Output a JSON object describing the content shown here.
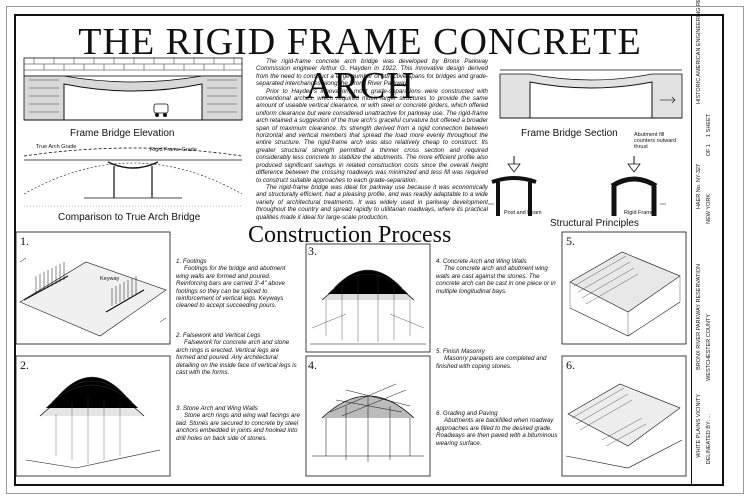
{
  "title": "THE RIGID FRAME CONCRETE ARCH",
  "captions": {
    "elevation": "Frame Bridge Elevation",
    "comparison": "Comparison to True Arch Bridge",
    "section": "Frame Bridge Section",
    "principles": "Structural Principles",
    "process": "Construction Process"
  },
  "diagram_labels": {
    "true_arch_grade": "True Arch Grade",
    "rigid_frame_grade": "Rigid Frame Grade",
    "abutment_fill": "Abutment fill counters outward thrust",
    "post_and_beam": "Post and Beam",
    "rigid_frame": "Rigid Frame",
    "keyway": "Keyway"
  },
  "intro": [
    "The rigid-frame concrete arch bridge was developed by Bronx Parkway Commission engineer Arthur G. Hayden in 1922. This innovative design derived from the need to construct a large number of attractive spans for bridges and grade-separated interchanges along the Bronx River Parkway.",
    "Prior to Hayden's innovation, most grade-separations were constructed with conventional arches, which required much larger structures to provide the same amount of useable vertical clearance, or with steel or concrete girders, which offered uniform clearance but were considered unattractive for parkway use. The rigid-frame arch retained a suggestion of the true arch's graceful curvature but offered a broader span of maximum clearance. Its strength derived from a rigid connection between horizontal and vertical members that spread the load more evenly throughout the entire structure. The rigid-frame arch was also relatively cheap to construct. Its greater structural strength permitted a thinner cross section and required considerably less concrete to stabilize the abutments. The more efficient profile also produced significant savings in related construction costs since the overall height difference between the crossing roadways was minimized and less fill was required to construct suitable approaches to each grade-separation.",
    "The rigid-frame bridge was ideal for parkway use because it was economically and structurally efficient, had a pleasing profile, and was readily adaptable to a wide variety of architectural treatments. It was widely used in parkway development throughout the country and spread rapidly to utilitarian roadways, where its practical qualities made it ideal for large-scale production."
  ],
  "steps": [
    {
      "num": "1.",
      "head": "1. Footings",
      "body": "Footings for the bridge and abutment wing walls are formed and poured. Reinforcing bars are carried 3'-4\" above footings so they can be spliced to reinforcement of vertical legs. Keyways cleaned to accept succeeding pours."
    },
    {
      "num": "2.",
      "head": "2. Falsework and Vertical Legs",
      "body": "Falsework for concrete arch and stone arch rings is erected. Vertical legs are formed and poured. Any architectural detailing on the inside face of vertical legs is cast with the forms."
    },
    {
      "num": "3.",
      "head": "3. Stone Arch and Wing Walls",
      "body": "Stone arch rings and wing wall facings are laid. Stones are secured to concrete by steel anchors embedded in joints and hooked into drill holes on back side of stones."
    },
    {
      "num": "4.",
      "head": "4. Concrete Arch and Wing Walls",
      "body": "The concrete arch and abutment wing walls are cast against the stones. The concrete arch can be cast in one piece or in multiple longitudinal bays."
    },
    {
      "num": "5.",
      "head": "5. Finish Masonry",
      "body": "Masonry parapets are completed and finished with coping stones."
    },
    {
      "num": "6.",
      "head": "6. Grading and Paving",
      "body": "Abutments are backfilled when roadway approaches are filled to the desired grade. Roadways are then paved with a bituminous wearing surface."
    }
  ],
  "sidebar": {
    "sheet_label": "SHEET",
    "sheet_num": "1",
    "sheet_of": "OF 1",
    "state": "NEW YORK",
    "hist_no": "HAER No. NY-327",
    "project": "BRONX RIVER PARKWAY RESERVATION",
    "county": "WESTCHESTER COUNTY",
    "location": "WHITE PLAINS VICINITY",
    "office": "HISTORIC AMERICAN ENGINEERING RECORD",
    "credit": "DELINEATED BY: ..."
  }
}
